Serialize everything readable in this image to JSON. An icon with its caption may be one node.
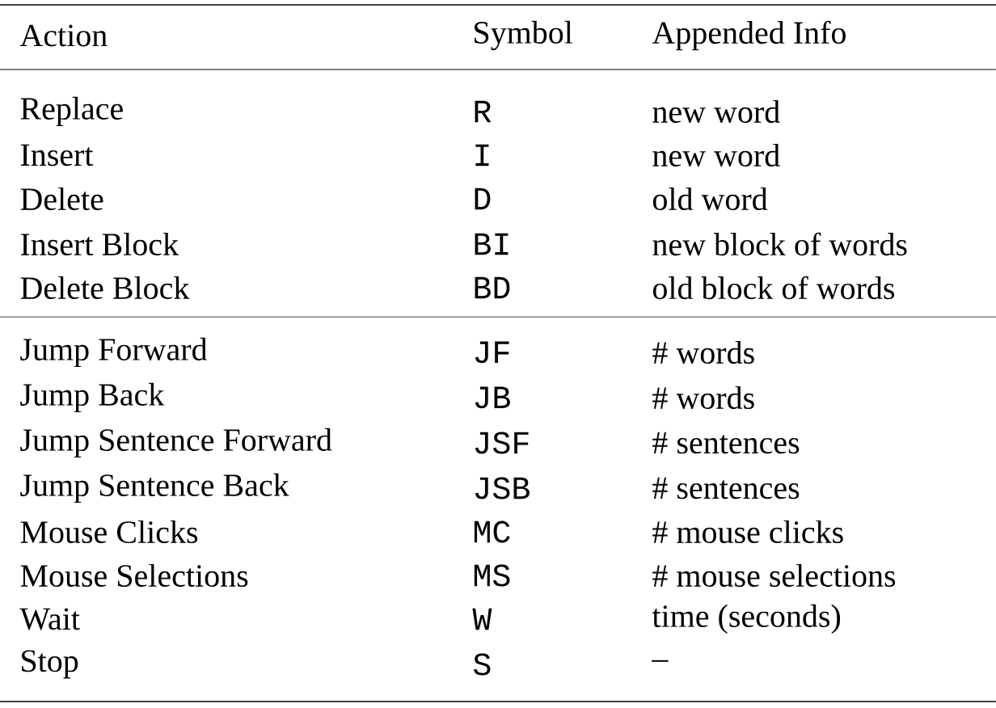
{
  "diagram": {
    "labels": [
      "Action",
      "Symbol",
      "Appended Info",
      "Replace",
      "R",
      "new word",
      "Insert",
      "I",
      "new word",
      "Delete",
      "D",
      "old word",
      "Insert Block",
      "BI",
      "new block of words",
      "Delete Block",
      "BD",
      "old block of words",
      "Jump Forward",
      "JF",
      "# words",
      "Jump Back",
      "JB",
      "# words",
      "Jump Sentence Forward",
      "JSF",
      "# sentences",
      "Jump Sentence Back",
      "JSB",
      "# sentences",
      "Mouse Clicks",
      "MC",
      "# mouse clicks",
      "Mouse Selections",
      "MS",
      "# mouse selections",
      "Wait",
      "W",
      "time (seconds)",
      "Stop",
      "S",
      "–"
    ]
  }
}
